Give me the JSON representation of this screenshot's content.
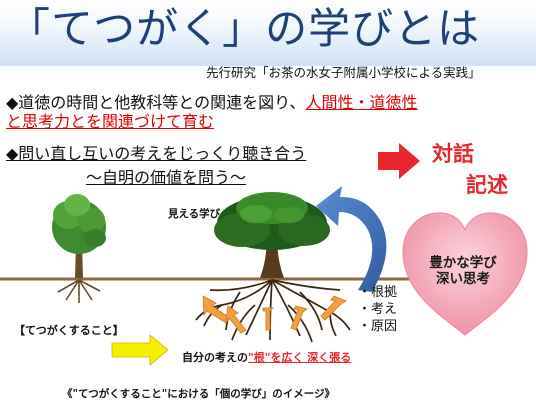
{
  "title": "「てつがく」の学びとは",
  "subtitle": "先行研究「お茶の水女子附属小学校による実践」",
  "point1": {
    "line1_plain": "◆道徳の時間と他教科等との関連を図り、",
    "line1_red": "人間性・道徳性",
    "line2_red": "と思考力とを関連づけて育む"
  },
  "point2": {
    "line1": "◆問い直し互いの考えをじっくり聴き合う",
    "line2": "～自明の価値を問う～"
  },
  "keywords": [
    "対話",
    "記述"
  ],
  "visible_learning": "見える学び",
  "heart": {
    "line1": "豊かな学び",
    "line2": "深い思考"
  },
  "factors": [
    "・根拠",
    "・考え",
    "・原因"
  ],
  "doing_label": "【てつがくすること】",
  "root_caption": {
    "before": "自分の考えの",
    "highlight": "\"根\"を広く 深く張る"
  },
  "caption": "《\"てつがくすること\"における「個の学び」のイメージ》",
  "colors": {
    "title": "#1f3f77",
    "accent_red": "#e8262c",
    "heart": "#f4a0b0",
    "blue_arrow": "#3f6fb4",
    "yellow_arrow": "#f6f000",
    "orange_arrow": "#f0a040"
  },
  "icons": [
    "red-right-arrow-icon",
    "curved-blue-arrow-icon",
    "heart-icon",
    "small-tree-icon",
    "large-tree-icon",
    "yellow-arrow-icon",
    "orange-arrows-icon"
  ]
}
